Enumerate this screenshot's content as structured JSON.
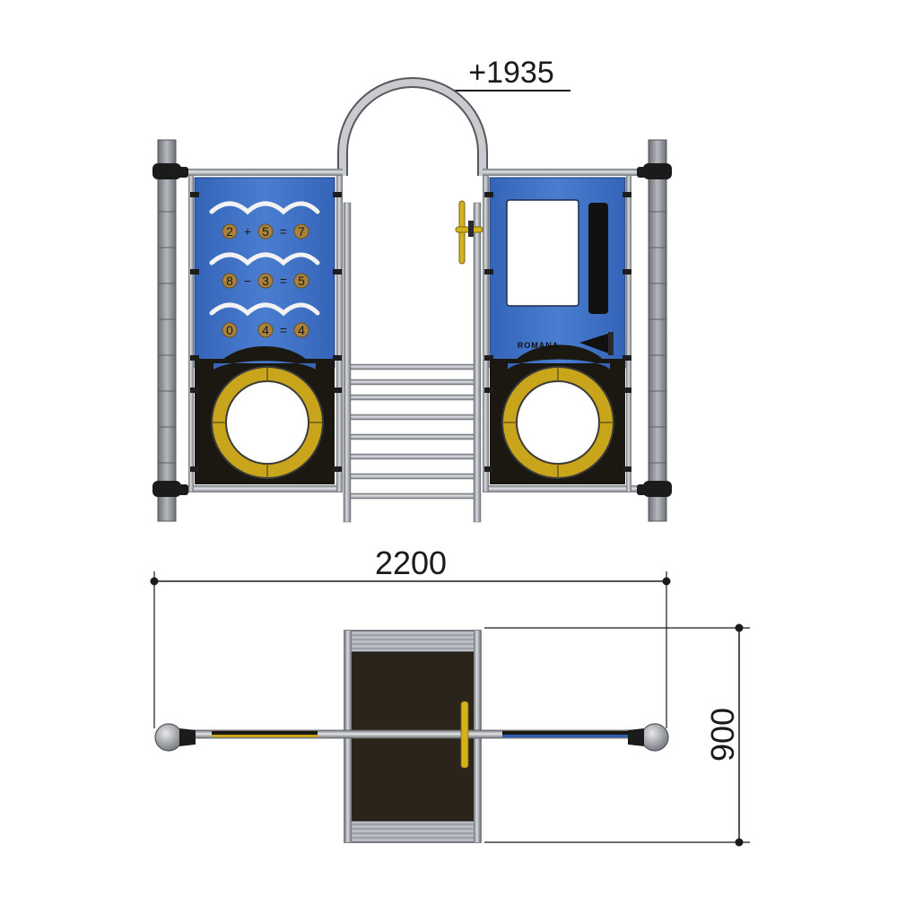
{
  "drawing": {
    "height_label": "+1935",
    "width_label": "2200",
    "depth_label": "900",
    "brand_text": "ROMANA"
  },
  "math_panel": {
    "rows": [
      {
        "a": "2",
        "op": "+",
        "b": "5",
        "eq": "=",
        "c": "7"
      },
      {
        "a": "8",
        "op": "−",
        "b": "3",
        "eq": "=",
        "c": "5"
      },
      {
        "a": "0",
        "op": "",
        "b": "4",
        "eq": "=",
        "c": "4"
      }
    ]
  },
  "colors": {
    "panel_blue": "#3f71c6",
    "panel_black": "#1b1812",
    "wheel_yellow": "#c9a51c",
    "steel": "#b9bcc2",
    "steel_dark": "#7f838a",
    "bead": "#a9823c"
  }
}
